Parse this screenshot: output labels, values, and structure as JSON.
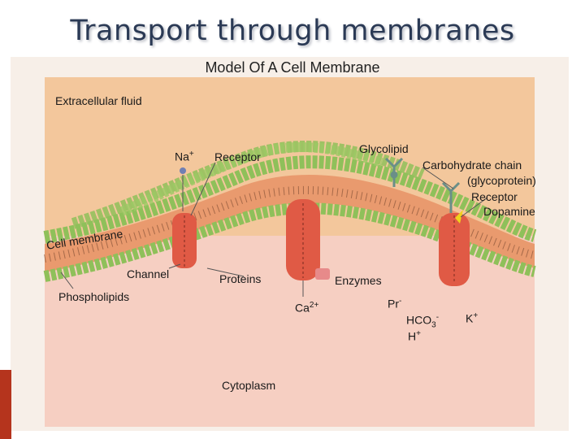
{
  "slide_title": "Transport through membranes",
  "figure": {
    "title": "Model Of A Cell Membrane",
    "labels": {
      "extracellular": "Extracellular fluid",
      "na": "Na",
      "na_sup": "+",
      "receptor": "Receptor",
      "glycolipid": "Glycolipid",
      "carb1": "Carbohydrate chain",
      "carb2": "(glycoprotein)",
      "receptor2": "Receptor",
      "dopamine": "Dopamine",
      "cell_membrane": "Cell membrane",
      "channel": "Channel",
      "proteins": "Proteins",
      "enzymes": "Enzymes",
      "phospholipids": "Phospholipids",
      "ca": "Ca",
      "ca_sup": "2+",
      "pr": "Pr",
      "pr_sup": "-",
      "hco": "HCO",
      "hco_sub": "3",
      "hco_sup": "-",
      "h": "H",
      "h_sup": "+",
      "k": "K",
      "k_sup": "+",
      "cytoplasm": "Cytoplasm"
    },
    "colors": {
      "extracellular": "#f3c79c",
      "cytoplasm": "#f6cfc2",
      "membrane_band": "#e99a6e",
      "lipid_head": "#8fc05a",
      "protein": "#e05a45",
      "ion_marker": "#6f7fb3",
      "dopamine": "#f0d21c"
    }
  }
}
